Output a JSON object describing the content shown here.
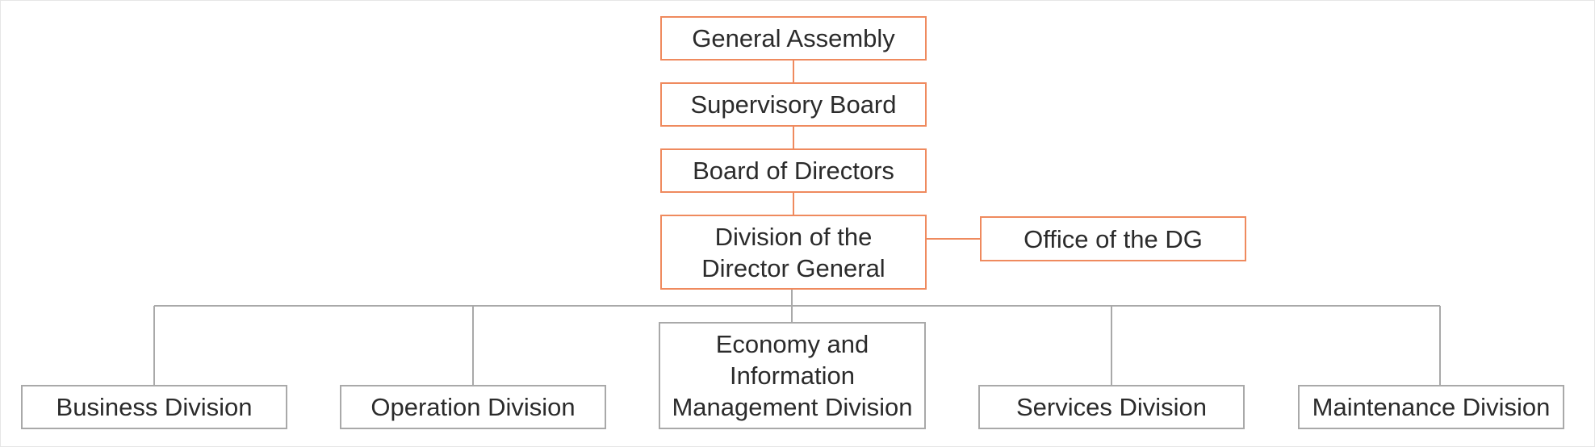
{
  "colors": {
    "governance_border": "#ef8a5e",
    "division_border": "#a9a9a9",
    "text": "#2b2b2b",
    "background": "#ffffff"
  },
  "chart": {
    "general_assembly": "General Assembly",
    "supervisory_board": "Supervisory Board",
    "board_of_directors": "Board of Directors",
    "director_general_division": "Division of the\nDirector General",
    "office_of_dg": "Office of the DG",
    "divisions": [
      "Business Division",
      "Operation Division",
      "Economy and\nInformation\nManagement Division",
      "Services Division",
      "Maintenance Division"
    ]
  }
}
